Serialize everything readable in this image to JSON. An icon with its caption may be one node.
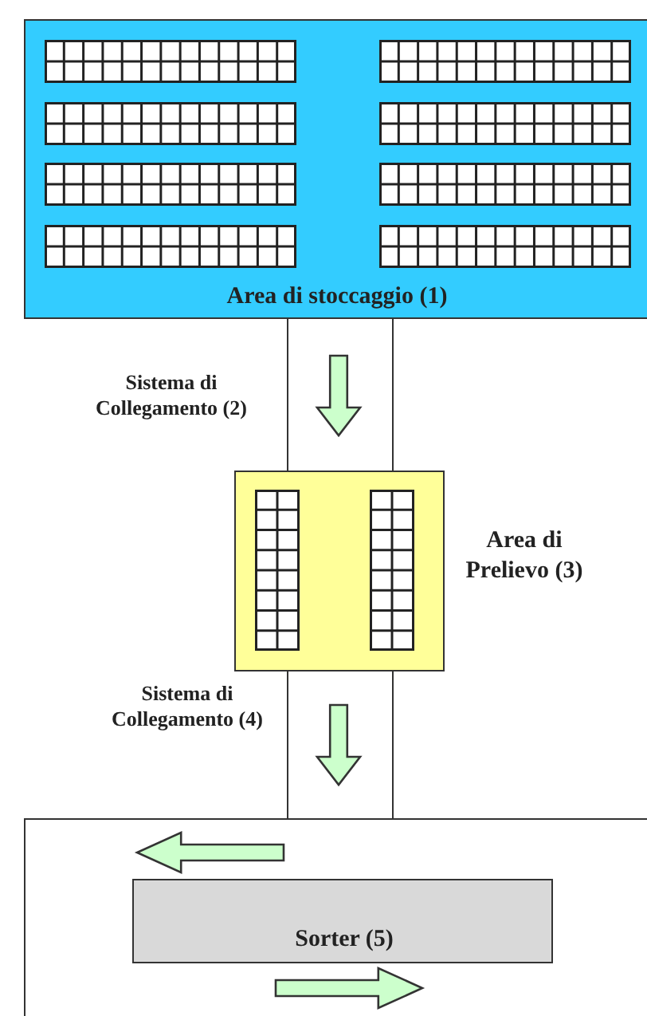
{
  "diagram": {
    "nodes": [
      {
        "text": [
          "Area di stoccaggio (1)"
        ]
      },
      {
        "text": [],
        "shape": "box",
        "beside": [
          "Sistema di Collegamento (2)"
        ]
      },
      {
        "text": [],
        "shape": "box",
        "beside": [
          "Area di Prelievo (3)"
        ]
      },
      {
        "text": [],
        "shape": "box",
        "beside": [
          "Sistema di Collegamento (4)"
        ]
      },
      {
        "text": [],
        "shape": "box"
      },
      {
        "text": [
          "Sorter (5)"
        ],
        "in": 4
      }
    ],
    "edges": [
      {
        "from": 0,
        "to": 2,
        "arrow": "to"
      },
      {
        "from": 2,
        "to": 4,
        "arrow": "to"
      }
    ]
  }
}
